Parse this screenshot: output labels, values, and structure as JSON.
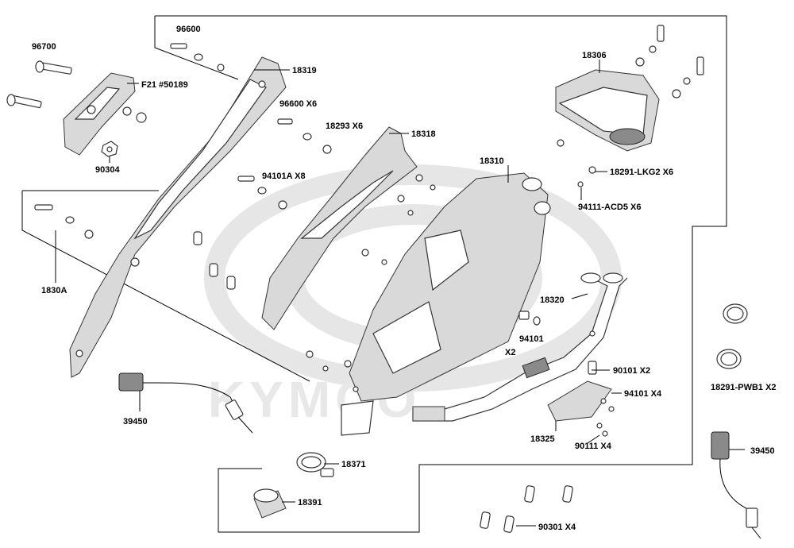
{
  "watermark": {
    "brand": "KYMCO"
  },
  "labels": {
    "p96600a": "96600",
    "p96700": "96700",
    "pF21": "F21 #50189",
    "p18319": "18319",
    "p96600b": "96600  X6",
    "p18293": "18293  X6",
    "p18318": "18318",
    "p90304": "90304",
    "p94101A": "94101A  X8",
    "p18310": "18310",
    "p18306": "18306",
    "p18291LKG2": "18291-LKG2  X6",
    "p94111": "94111-ACD5  X6",
    "p1830A": "1830A",
    "p18320": "18320",
    "p94101": "94101",
    "pX2a": "X2",
    "p90101": "90101  X2",
    "p94101x4": "94101  X4",
    "p18291PWB1": "18291-PWB1   X2",
    "p39450a": "39450",
    "p18325": "18325",
    "p90111": "90111  X4",
    "p18371": "18371",
    "p39450b": "39450",
    "p18391": "18391",
    "p90301": "90301  X4"
  }
}
